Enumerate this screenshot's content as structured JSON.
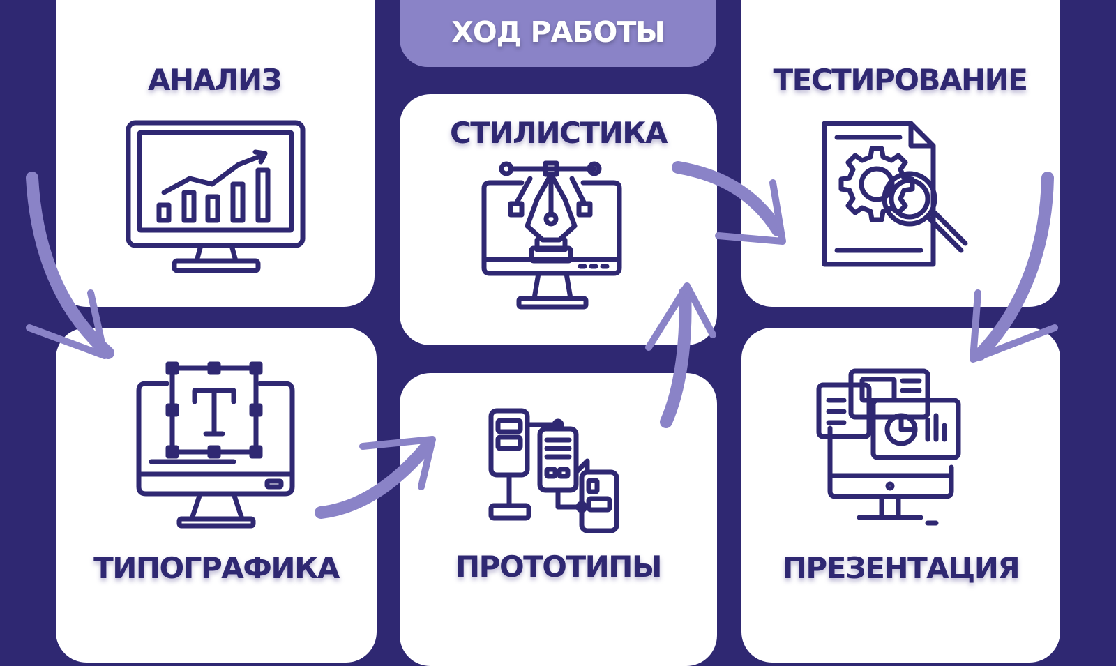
{
  "header": {
    "title": "ХОД РАБОТЫ"
  },
  "steps": {
    "analysis": {
      "label": "АНАЛИЗ",
      "icon": "chart-monitor-icon"
    },
    "stylistics": {
      "label": "СТИЛИСТИКА",
      "icon": "pen-tool-monitor-icon"
    },
    "testing": {
      "label": "ТЕСТИРОВАНИЕ",
      "icon": "document-gear-search-icon"
    },
    "typography": {
      "label": "ТИПОГРАФИКА",
      "icon": "text-monitor-icon"
    },
    "prototypes": {
      "label": "ПРОТОТИПЫ",
      "icon": "wireframe-flow-icon"
    },
    "presentation": {
      "label": "ПРЕЗЕНТАЦИЯ",
      "icon": "presentation-monitor-icon"
    }
  },
  "colors": {
    "background": "#2f2872",
    "card": "#ffffff",
    "accent": "#8a83c7",
    "text": "#2f2872"
  }
}
